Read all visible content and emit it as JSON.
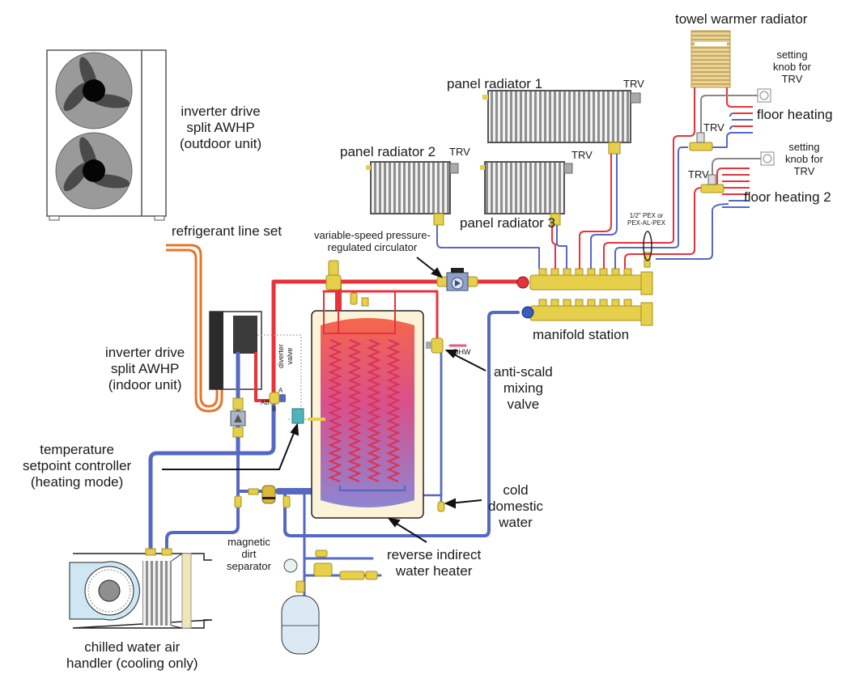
{
  "diagram": {
    "title": "Split air-to-water heat pump hydronic system",
    "labels": {
      "towel_warmer": "towel warmer radiator",
      "setting_knob_1": "setting\nknob for\nTRV",
      "setting_knob_2": "setting\nknob for\nTRV",
      "floor_heating_1": "floor heating",
      "floor_heating_2": "floor heating 2",
      "panel_radiator_1": "panel radiator 1",
      "panel_radiator_2": "panel radiator 2",
      "panel_radiator_3": "panel radiator 3",
      "trv_pr1": "TRV",
      "trv_pr2": "TRV",
      "trv_pr3": "TRV",
      "trv_floor_1": "TRV",
      "trv_floor_2": "TRV",
      "pex_note": "1/2\" PEX or\nPEX-AL-PEX",
      "outdoor_unit": "inverter drive\nsplit AWHP\n(outdoor unit)",
      "refrigerant_line": "refrigerant line set",
      "circulator": "variable-speed pressure-\nregulated circulator",
      "manifold_station": "manifold station",
      "indoor_unit": "inverter drive\nsplit AWHP\n(indoor unit)",
      "diverter_valve": "diverter\nvalve",
      "port_ab": "AB",
      "port_a": "A",
      "port_b": "B",
      "dhw": "DHW",
      "anti_scald": "anti-scald\nmixing\nvalve",
      "temp_controller": "temperature\nsetpoint controller\n(heating mode)",
      "cold_water": "cold\ndomestic\nwater",
      "dirt_separator": "magnetic\ndirt\nseparator",
      "water_heater": "reverse indirect\nwater heater",
      "air_handler": "chilled water air\nhandler (cooling only)"
    },
    "colors": {
      "supply_hot": "#e8323a",
      "return_cool": "#5a6fbf",
      "refrigerant": "#e8742a",
      "brass": "#e6cf4a",
      "tank_shell": "#fbf3d8",
      "radiator": "#9b9b9b",
      "towel_warmer": "#d9bd72"
    }
  }
}
